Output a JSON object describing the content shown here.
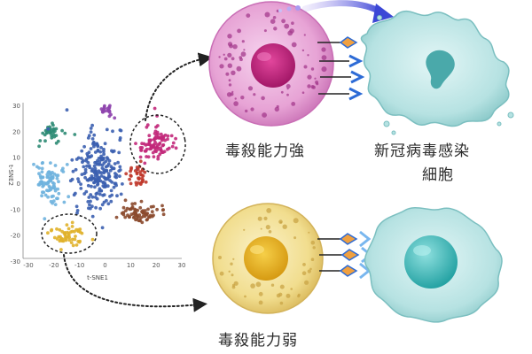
{
  "tsne": {
    "xlabel": "t-SNE1",
    "ylabel": "t-SNE2",
    "x_ticks": [
      "-30",
      "-20",
      "-10",
      "0",
      "10",
      "20",
      "30"
    ],
    "y_ticks": [
      "30",
      "20",
      "10",
      "0",
      "-10",
      "-20",
      "-30"
    ],
    "clusters": [
      {
        "name": "teal",
        "color": "#2e8b74"
      },
      {
        "name": "purple",
        "color": "#8e44ad"
      },
      {
        "name": "light-blue",
        "color": "#6fb2de"
      },
      {
        "name": "blue",
        "color": "#3b5fb0"
      },
      {
        "name": "magenta",
        "color": "#c2287a"
      },
      {
        "name": "red",
        "color": "#c0392b"
      },
      {
        "name": "brown",
        "color": "#8b4a2e"
      },
      {
        "name": "yellow",
        "color": "#e0b12a"
      }
    ]
  },
  "labels": {
    "strong": "毒殺能力強",
    "weak": "毒殺能力弱",
    "infected_line1": "新冠病毒感染",
    "infected_line2": "細胞"
  },
  "colors": {
    "strong_cell": "#e8a6d6",
    "weak_cell": "#f2dd92",
    "infected_cell": "#b8e3e3",
    "receptor_blue": "#2d6bd6",
    "ligand_orange": "#f0a040",
    "ligand_blue": "#79b7ef"
  }
}
